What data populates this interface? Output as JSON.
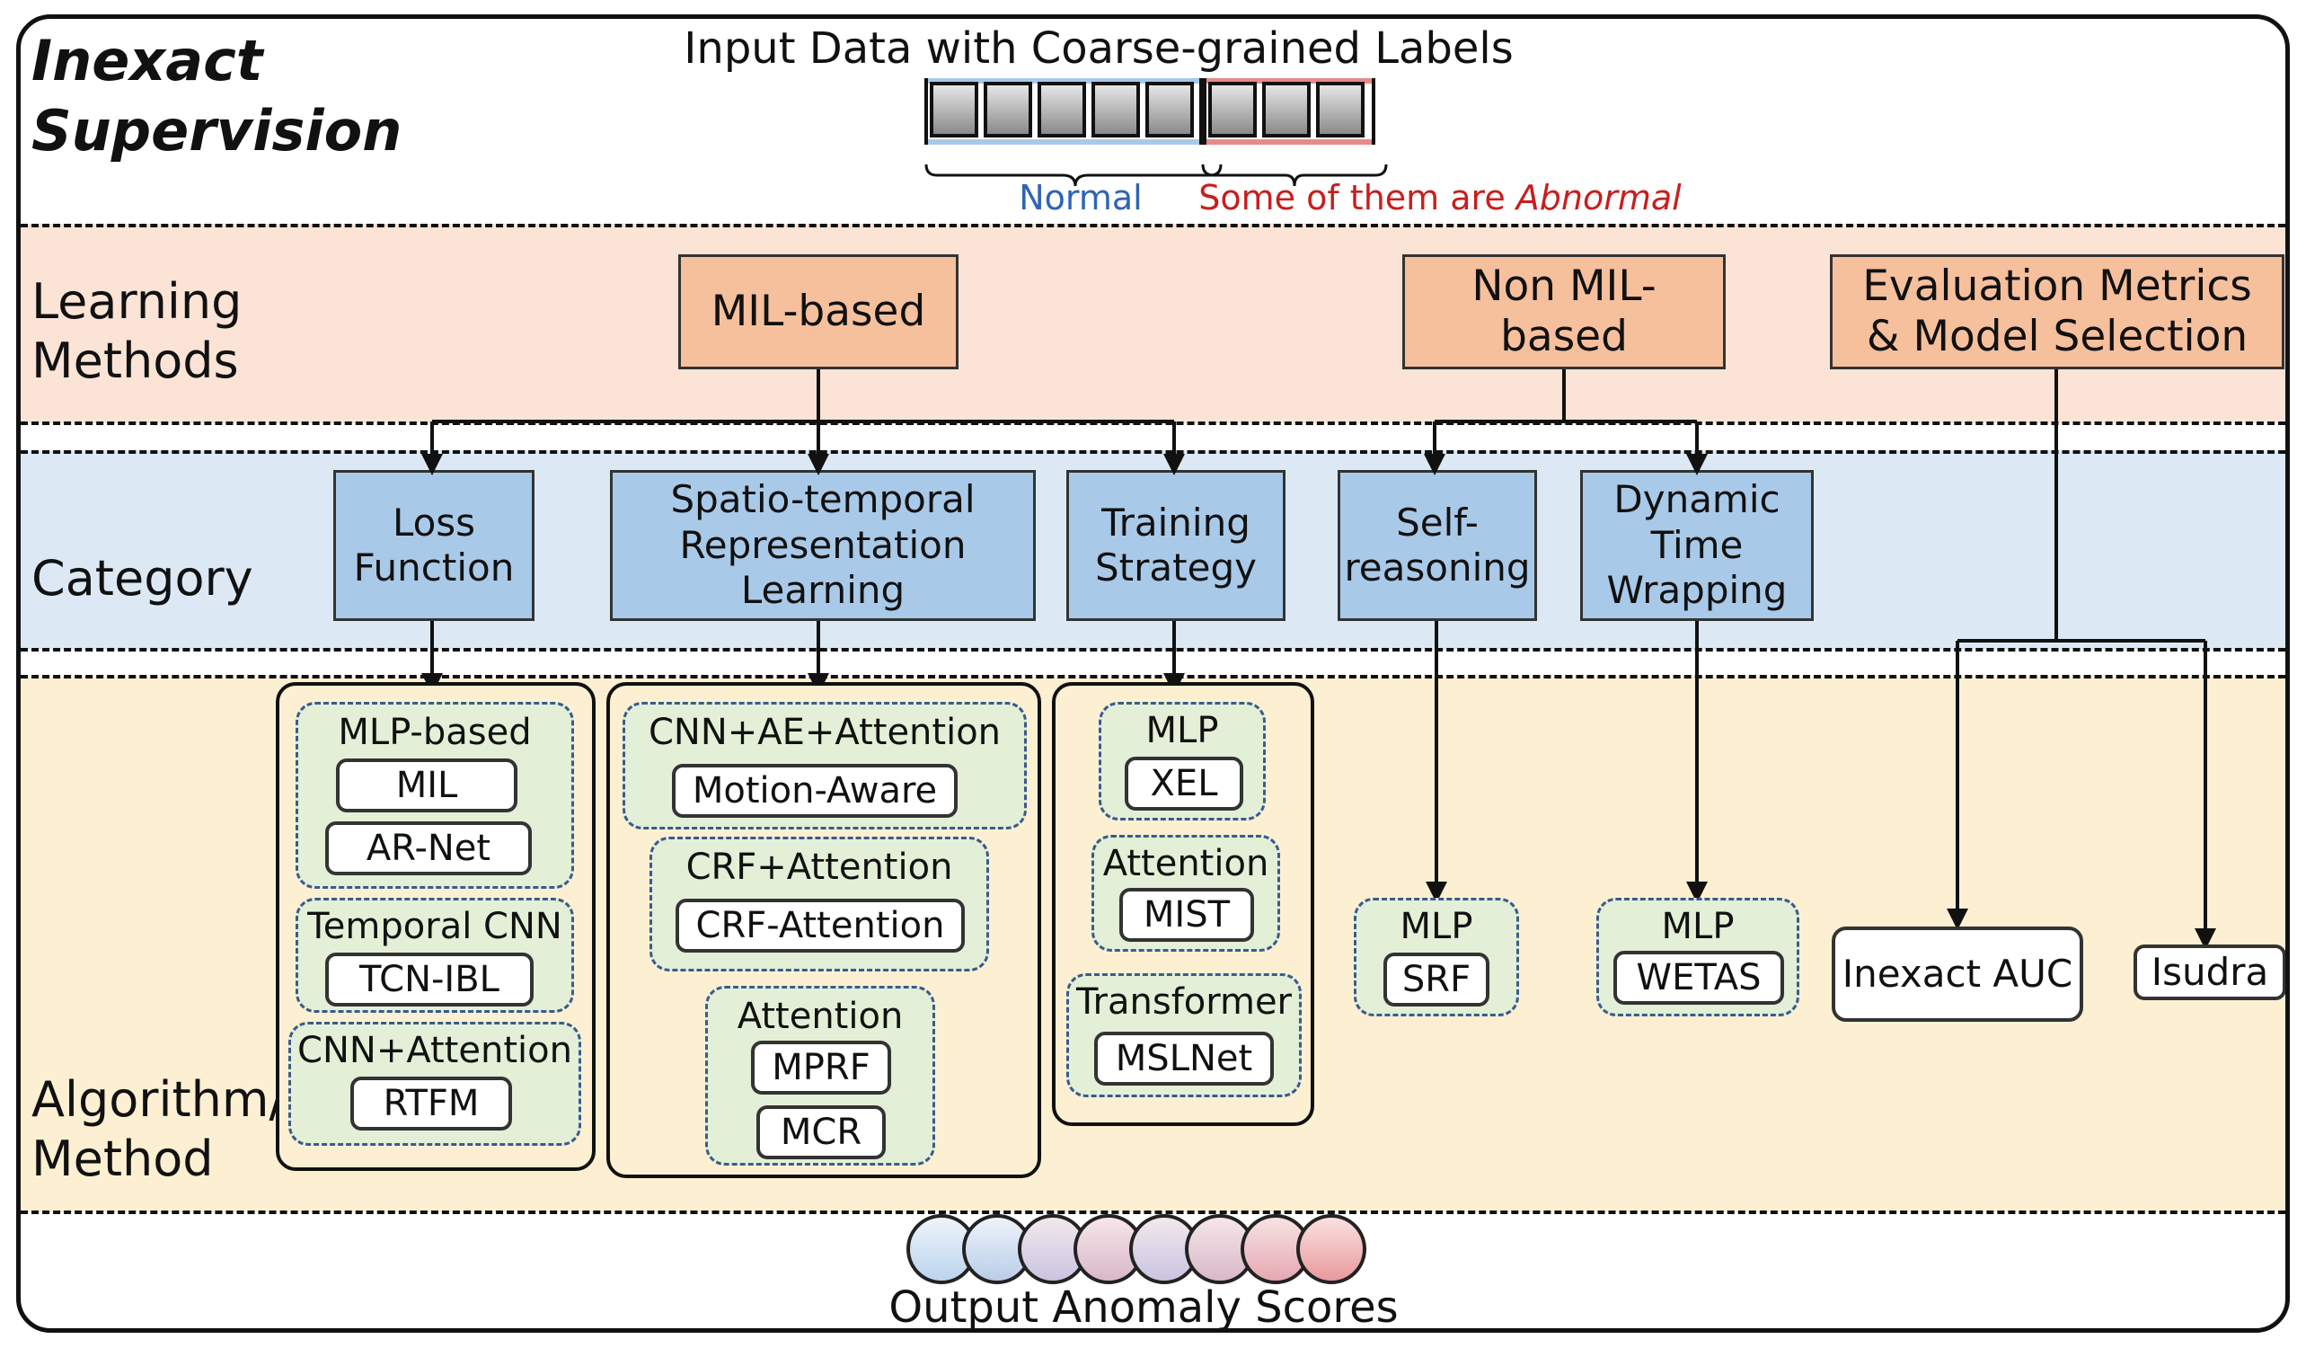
{
  "title": "Inexact Supervision",
  "input": {
    "caption": "Input Data with Coarse-grained Labels",
    "normal_label": "Normal",
    "abnormal_prefix": "Some of them are ",
    "abnormal_word": "Abnormal"
  },
  "rows": {
    "learning": "Learning Methods",
    "category": "Category",
    "algorithm": "Algorithm/ Method"
  },
  "learning_methods": {
    "mil": "MIL-based",
    "non_mil": "Non MIL-based",
    "eval": "Evaluation Metrics & Model Selection"
  },
  "categories": {
    "loss": "Loss Function",
    "spatio": "Spatio-temporal Representation Learning",
    "training": "Training Strategy",
    "self": "Self-reasoning",
    "dtw": "Dynamic Time Wrapping"
  },
  "algorithms": {
    "loss": {
      "mlp_label": "MLP-based",
      "mil": "MIL",
      "arnet": "AR-Net",
      "tcnn_label": "Temporal CNN",
      "tcnibl": "TCN-IBL",
      "cnnatt_label": "CNN+Attention",
      "rtfm": "RTFM"
    },
    "spatio": {
      "cnnae_label": "CNN+AE+Attention",
      "motion": "Motion-Aware",
      "crf_label": "CRF+Attention",
      "crfatt": "CRF-Attention",
      "att_label": "Attention",
      "mprf": "MPRF",
      "mcr": "MCR"
    },
    "training": {
      "mlp_label": "MLP",
      "xel": "XEL",
      "att_label": "Attention",
      "mist": "MIST",
      "trans_label": "Transformer",
      "mslnet": "MSLNet"
    },
    "self": {
      "mlp_label": "MLP",
      "srf": "SRF"
    },
    "dtw": {
      "mlp_label": "MLP",
      "wetas": "WETAS"
    },
    "eval": {
      "inexact_auc": "Inexact AUC",
      "isudra": "Isudra"
    }
  },
  "output": {
    "caption": "Output Anomaly Scores"
  },
  "colors": {
    "peach_band": "#fbe4d6",
    "blue_band": "#dce9f5",
    "yellow_band": "#fdf0d2",
    "learning_box": "#f6c09d",
    "category_box": "#a9c9e8",
    "group_fill": "#e3efd6",
    "normal_text": "#2f63b8",
    "abnormal_text": "#c81e1e"
  }
}
